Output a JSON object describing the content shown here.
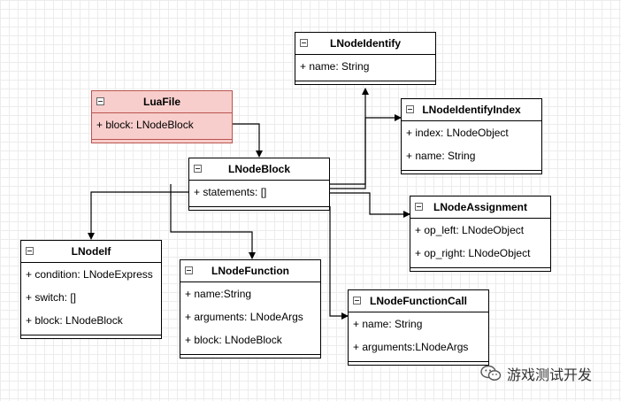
{
  "classes": {
    "luafile": {
      "title": "LuaFile",
      "attrs": [
        "+ block: LNodeBlock"
      ]
    },
    "nodeidentify": {
      "title": "LNodeIdentify",
      "attrs": [
        "+ name: String"
      ]
    },
    "identifyindex": {
      "title": "LNodeIdentifyIndex",
      "attrs": [
        "+ index: LNodeObject",
        "+ name: String"
      ]
    },
    "nodeblock": {
      "title": "LNodeBlock",
      "attrs": [
        "+ statements: []"
      ]
    },
    "assignment": {
      "title": "LNodeAssignment",
      "attrs": [
        "+ op_left: LNodeObject",
        "+ op_right: LNodeObject"
      ]
    },
    "nodeif": {
      "title": "LNodeIf",
      "attrs": [
        "+ condition: LNodeExpress",
        "+ switch: []",
        "+ block: LNodeBlock"
      ]
    },
    "nodefunction": {
      "title": "LNodeFunction",
      "attrs": [
        "+ name:String",
        "+ arguments: LNodeArgs",
        "+ block: LNodeBlock"
      ]
    },
    "functioncall": {
      "title": "LNodeFunctionCall",
      "attrs": [
        "+ name: String",
        "+ arguments:LNodeArgs"
      ]
    }
  },
  "watermark": {
    "text": "游戏测试开发",
    "icon": "wechat-icon"
  },
  "colors": {
    "highlight_fill": "#f8cecc",
    "highlight_stroke": "#b85450",
    "line": "#000000"
  }
}
